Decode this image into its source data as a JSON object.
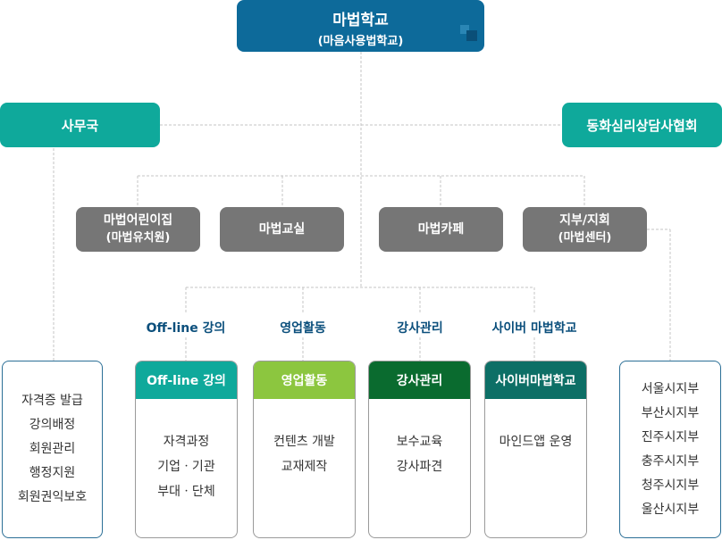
{
  "root": {
    "title": "마법학교",
    "subtitle": "(마음사용법학교)"
  },
  "left_dept": {
    "label": "사무국"
  },
  "right_dept": {
    "label": "동화심리상담사협회"
  },
  "branches": [
    {
      "label": "마법어린이집",
      "sub": "(마법유치원)"
    },
    {
      "label": "마법교실",
      "sub": ""
    },
    {
      "label": "마법카페",
      "sub": ""
    },
    {
      "label": "지부/지회",
      "sub": "(마법센터)"
    }
  ],
  "section_labels": [
    "Off-line 강의",
    "영업활동",
    "강사관리",
    "사이버 마법학교"
  ],
  "cards": [
    {
      "header": "Off-line 강의",
      "color": "#0fa99b",
      "items": [
        "자격과정",
        "기업ㆍ기관",
        "부대ㆍ단체"
      ]
    },
    {
      "header": "영업활동",
      "color": "#8cc63f",
      "items": [
        "컨텐츠 개발",
        "교재제작"
      ]
    },
    {
      "header": "강사관리",
      "color": "#0a6b2f",
      "items": [
        "보수교육",
        "강사파견"
      ]
    },
    {
      "header": "사이버마법학교",
      "color": "#0d6f66",
      "items": [
        "마인드앱 운영"
      ]
    }
  ],
  "office_tasks": [
    "자격증 발급",
    "강의배정",
    "회원관리",
    "행정지원",
    "회원권익보호"
  ],
  "regional_branches": [
    "서울시지부",
    "부산시지부",
    "진주시지부",
    "충주시지부",
    "청주시지부",
    "울산시지부"
  ],
  "colors": {
    "root": "#0d6a9a",
    "teal": "#0fa99b",
    "gray": "#767676",
    "label_blue": "#0b4f7c"
  }
}
